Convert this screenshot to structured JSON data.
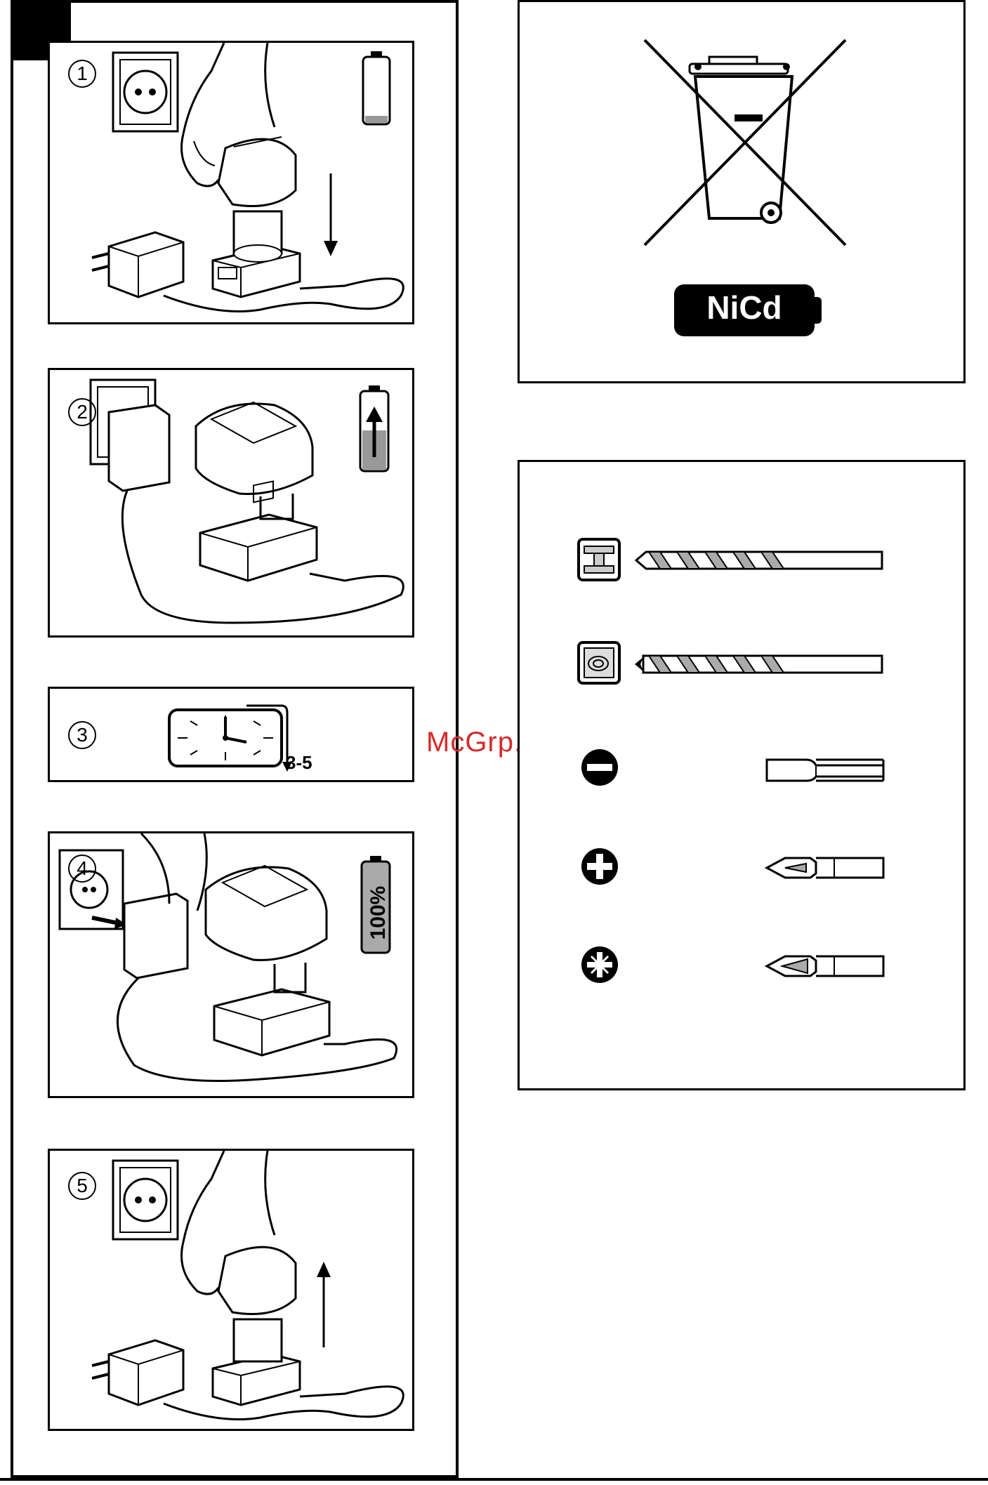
{
  "steps": [
    {
      "number": "1"
    },
    {
      "number": "2"
    },
    {
      "number": "3",
      "timer_label": "3-5"
    },
    {
      "number": "4",
      "badge": "100%"
    },
    {
      "number": "5"
    }
  ],
  "disposal": {
    "battery_label": "NiCd"
  },
  "watermark": "McGrp.Ru",
  "tools": [
    {
      "icon": "metal-material-icon",
      "tool": "twist-drill-bit"
    },
    {
      "icon": "wood-material-icon",
      "tool": "wood-drill-bit"
    },
    {
      "icon": "slotted-screw-icon",
      "tool": "slotted-screwdriver-bit"
    },
    {
      "icon": "phillips-screw-icon",
      "tool": "phillips-screwdriver-bit"
    },
    {
      "icon": "pozidriv-screw-icon",
      "tool": "pozidriv-screwdriver-bit"
    }
  ]
}
